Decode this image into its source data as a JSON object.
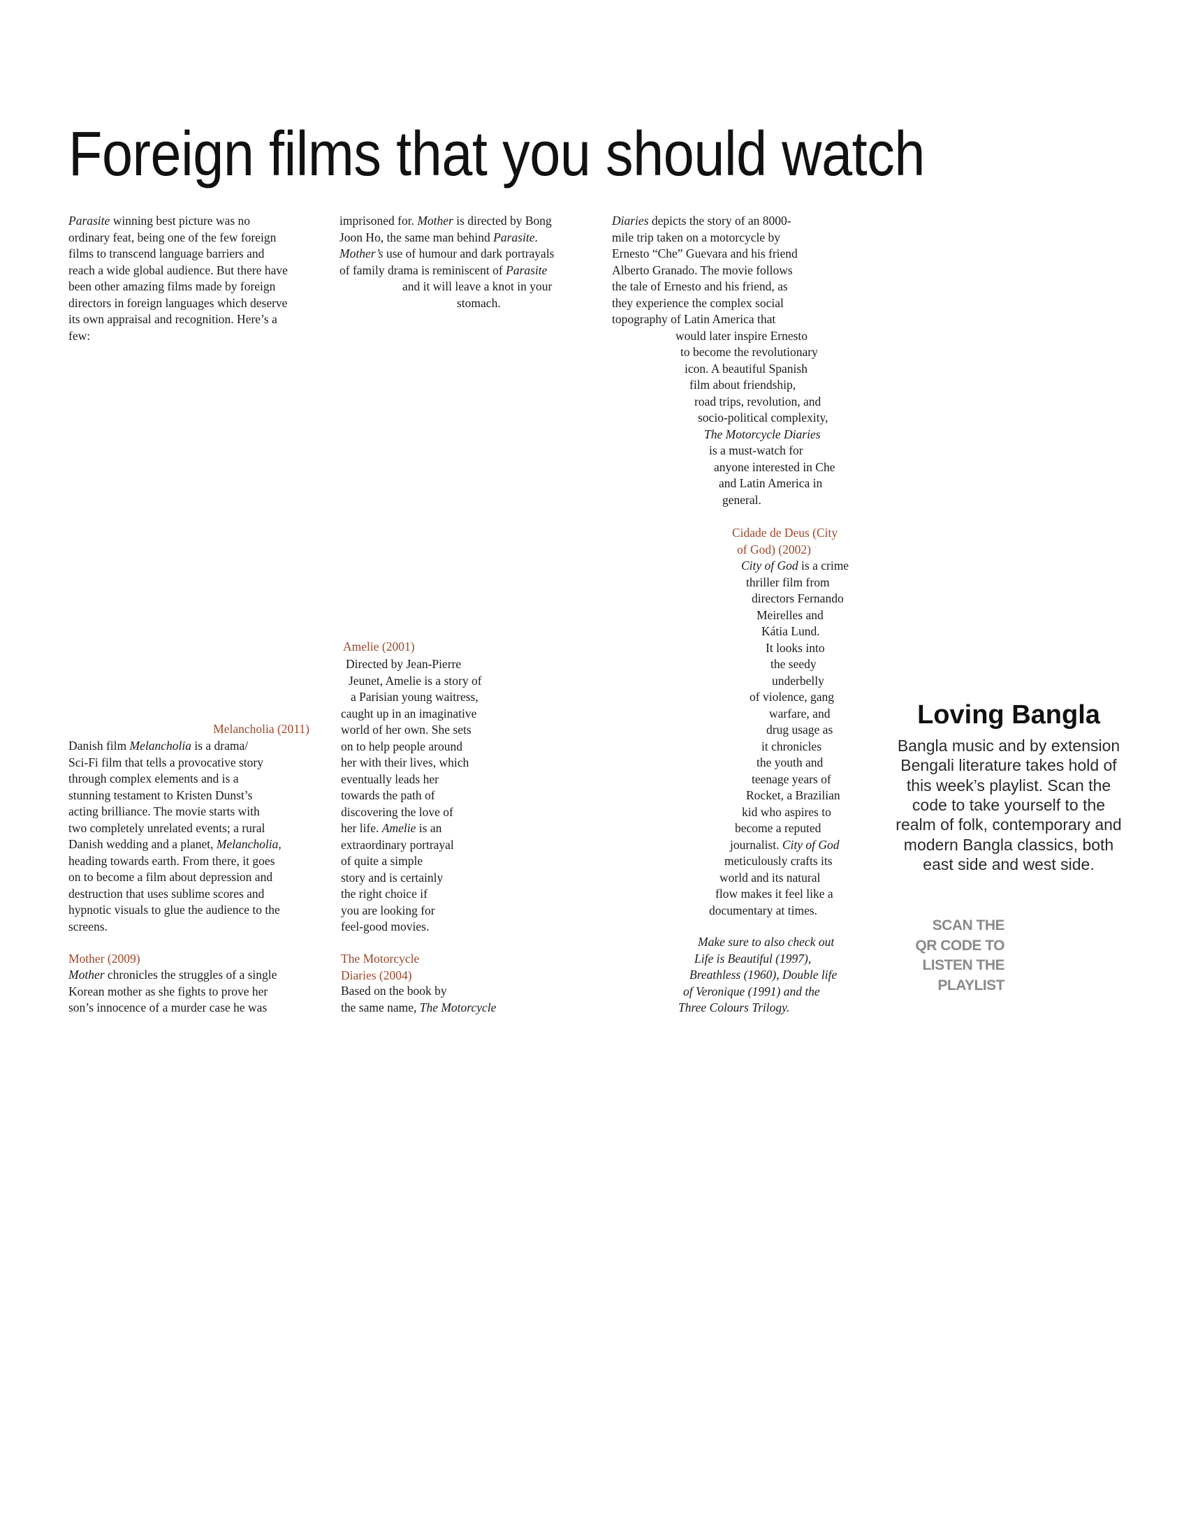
{
  "title": "Foreign films that you should watch",
  "intro": {
    "lines": [
      [
        {
          "t": "Parasite",
          "i": true
        },
        {
          "t": " winning best picture was no"
        }
      ],
      "ordinary feat, being one of the few foreign",
      "films to transcend language barriers and",
      "reach a wide global audience. But there have",
      "been other amazing films made by foreign",
      "directors in foreign languages which deserve",
      "its own appraisal and recognition.  Here’s a",
      "few:"
    ]
  },
  "intro_continued": {
    "lines": [
      [
        {
          "t": "imprisoned for. "
        },
        {
          "t": "Mother",
          "i": true
        },
        {
          "t": " is directed by Bong"
        }
      ],
      [
        {
          "t": "Joon Ho, the same man behind "
        },
        {
          "t": "Parasite",
          "i": true
        },
        {
          "t": "."
        }
      ],
      [
        {
          "t": "Mother’s",
          "i": true
        },
        {
          "t": " use of humour and dark portrayals"
        }
      ],
      [
        {
          "t": "of family drama is reminiscent of "
        },
        {
          "t": "Parasite",
          "i": true
        }
      ],
      "and it will leave a knot in your",
      "stomach."
    ]
  },
  "films": [
    {
      "heading_lines": [
        "Melancholia (2011)"
      ],
      "lines": [
        [
          {
            "t": "Danish film "
          },
          {
            "t": "Melancholia",
            "i": true
          },
          {
            "t": " is a drama/"
          }
        ],
        "Sci-Fi film that tells a provocative story",
        "through complex elements and is a",
        "stunning testament to Kristen Dunst’s",
        "acting brilliance. The movie starts with",
        "two completely unrelated events; a rural",
        [
          {
            "t": "Danish wedding and a planet, "
          },
          {
            "t": "Melancholia,",
            "i": true
          }
        ],
        "heading towards earth. From there, it goes",
        "on to become a film about depression and",
        "destruction that uses sublime scores and",
        "hypnotic visuals to glue the audience to the",
        "screens."
      ]
    },
    {
      "heading_lines": [
        "Mother (2009)"
      ],
      "lines": [
        [
          {
            "t": "Mother",
            "i": true
          },
          {
            "t": " chronicles the struggles of a single"
          }
        ],
        "Korean mother as she fights to prove her",
        "son’s innocence of a murder case he was"
      ]
    },
    {
      "heading_lines": [
        "Amelie (2001)"
      ],
      "lines": [
        "Directed by Jean-Pierre",
        "Jeunet, Amelie is a story of",
        "a Parisian young waitress,",
        "caught up in an imaginative",
        "world of her own. She sets",
        "on to help people around",
        "her with their lives, which",
        "eventually leads her",
        "towards the path of",
        "discovering the love of",
        [
          {
            "t": "her life. "
          },
          {
            "t": "Amelie",
            "i": true
          },
          {
            "t": " is an"
          }
        ],
        "extraordinary portrayal",
        "of quite a simple",
        "story and is certainly",
        "the right choice if",
        "you are looking for",
        "feel-good movies."
      ]
    },
    {
      "heading_lines": [
        "The Motorcycle",
        "Diaries (2004)"
      ],
      "lines": [
        "Based on the book by",
        [
          {
            "t": "the same name, "
          },
          {
            "t": "The Motorcycle",
            "i": true
          }
        ]
      ],
      "lines_continued": [
        [
          {
            "t": "Diaries",
            "i": true
          },
          {
            "t": " depicts the story of an 8000-"
          }
        ],
        "mile trip taken on a motorcycle by",
        "Ernesto “Che” Guevara and his friend",
        "Alberto Granado. The movie follows",
        "the tale of Ernesto and his friend, as",
        "they experience the complex social",
        "topography of Latin America that",
        "would later inspire Ernesto",
        "to become the revolutionary",
        "icon. A beautiful Spanish",
        "film about friendship,",
        "road trips, revolution, and",
        "socio-political complexity,",
        [
          {
            "t": "The Motorcycle Diaries",
            "i": true
          }
        ],
        "is a must-watch for",
        "anyone interested in Che",
        "and Latin America in",
        "general."
      ]
    },
    {
      "heading_lines": [
        "Cidade de Deus (City",
        "of God) (2002)"
      ],
      "lines": [
        [
          {
            "t": "City of God",
            "i": true
          },
          {
            "t": " is a crime"
          }
        ],
        "thriller film from",
        "directors Fernando",
        "Meirelles and",
        "Kátia Lund.",
        "It looks into",
        "the seedy",
        "underbelly",
        "of violence, gang",
        "warfare, and",
        "drug usage as",
        "it chronicles",
        "the youth and",
        "teenage years of",
        "Rocket, a Brazilian",
        "kid who aspires to",
        "become a reputed",
        [
          {
            "t": "journalist. "
          },
          {
            "t": "City of God",
            "i": true
          }
        ],
        "meticulously crafts its",
        "world and its natural",
        "flow makes it feel like a",
        "documentary at times."
      ]
    }
  ],
  "closing": {
    "lines": [
      "Make sure to also check out",
      "Life is Beautiful (1997),",
      "Breathless (1960), Double life",
      "of Veronique (1991) and the",
      "Three Colours Trilogy."
    ]
  },
  "sidebar": {
    "title": "Loving Bangla",
    "body_lines": [
      "Bangla music and by extension",
      "Bengali literature takes hold of",
      "this week’s playlist. Scan the",
      "code to take yourself to the",
      "realm of folk, contemporary and",
      "modern Bangla classics, both",
      "east side and west side."
    ],
    "scan_lines": [
      "SCAN THE",
      "QR CODE TO",
      "LISTEN THE",
      "PLAYLIST"
    ]
  },
  "colors": {
    "heading_accent": "#a0462a",
    "scan_text": "#8a8a8a"
  }
}
